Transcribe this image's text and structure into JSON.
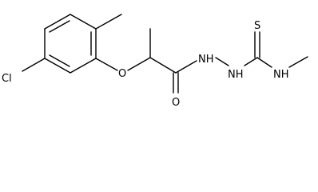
{
  "molecule": {
    "atoms": {
      "chlorine": "Cl",
      "ether_oxygen": "O",
      "carbonyl_oxygen": "O",
      "hydrazide_nh_1": "NH",
      "hydrazide_nh_2": "NH",
      "thione_sulfur": "S",
      "methylamine_nh": "NH"
    },
    "colors": {
      "bond": "#000000",
      "label": "#000000",
      "background": "#ffffff"
    }
  }
}
